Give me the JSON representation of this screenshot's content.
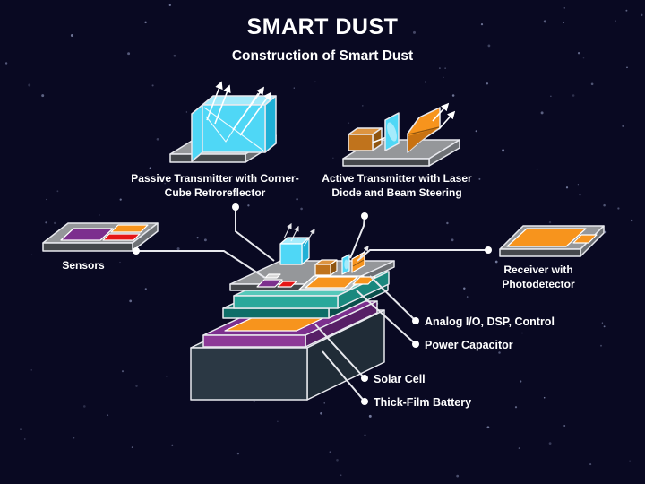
{
  "title": "SMART DUST",
  "subtitle": "Construction of Smart Dust",
  "labels": {
    "passive1": "Passive Transmitter with Corner-",
    "passive2": "Cube Retroreflector",
    "active1": "Active Transmitter with Laser",
    "active2": "Diode and Beam Steering",
    "sensors": "Sensors",
    "receiver1": "Receiver with",
    "receiver2": "Photodetector",
    "analog": "Analog I/O, DSP, Control",
    "power": "Power Capacitor",
    "solar": "Solar Cell",
    "battery": "Thick-Film Battery"
  },
  "colors": {
    "bg": "#090922",
    "star": "#8b93b8",
    "line": "#e8e9ee",
    "cyan": "#4fd7f6",
    "cyan_light": "#a5ebfb",
    "cyan_dark": "#1fb0d6",
    "orange": "#f7941d",
    "orange_dark": "#c06c10",
    "red": "#e51616",
    "purple": "#7c2f8e",
    "purple_front": "#8d3a97",
    "purple_dark": "#571f66",
    "brown": "#c0731c",
    "brown_top": "#dd9440",
    "brown_dark": "#8f5510",
    "gray_top": "#95979a",
    "gray_front": "#45484c",
    "gray_side": "#6e7175",
    "teal_top": "#56c8ba",
    "teal_front": "#2aa89b",
    "teal_side": "#1a887e",
    "teal2": "#0f6e68",
    "teal2_side": "#0a4f4b",
    "battery_top": "#3a4753",
    "battery_front": "#2b3844",
    "battery_side": "#202c37"
  }
}
